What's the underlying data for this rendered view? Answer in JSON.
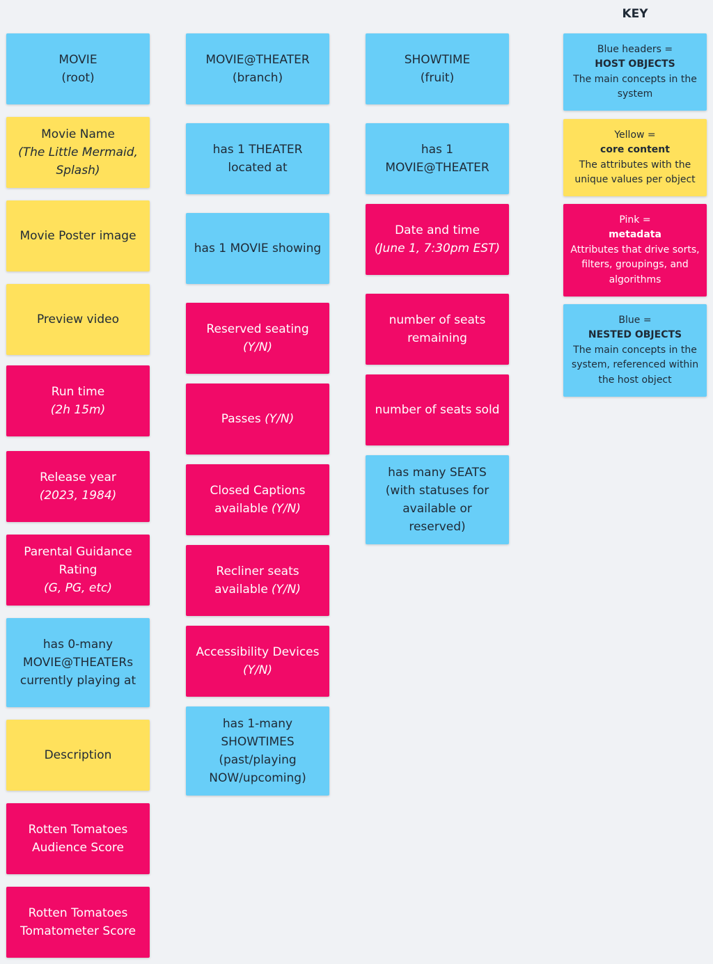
{
  "key": {
    "title": "KEY",
    "host": {
      "line1": "Blue headers =",
      "line2": "HOST OBJECTS",
      "line3": "The main concepts in the system"
    },
    "core": {
      "line1": "Yellow =",
      "line2": "core content",
      "line3": "The attributes with the unique values per object"
    },
    "meta": {
      "line1": "Pink =",
      "line2": "metadata",
      "line3": "Attributes that drive sorts, filters, groupings, and algorithms"
    },
    "nested": {
      "line1": "Blue =",
      "line2": "NESTED OBJECTS",
      "line3": "The main concepts in the system, referenced within the host object"
    }
  },
  "movie": {
    "header": {
      "name": "MOVIE",
      "sub": "(root)"
    },
    "name": {
      "label": "Movie Name",
      "example": "(The Little Mermaid, Splash)"
    },
    "poster": "Movie Poster image",
    "preview": "Preview video",
    "runtime": {
      "label": "Run time",
      "example": "(2h 15m)"
    },
    "release": {
      "label": "Release year",
      "example": "(2023, 1984)"
    },
    "rating": {
      "label": "Parental Guidance Rating",
      "example": "(G, PG, etc)"
    },
    "theaters": "has 0-many MOVIE@THEATERs currently playing at",
    "description": "Description",
    "rt_audience": "Rotten Tomatoes Audience Score",
    "rt_tomatometer": "Rotten Tomatoes Tomatometer Score"
  },
  "movie_theater": {
    "header": {
      "name": "MOVIE@THEATER",
      "sub": "(branch)"
    },
    "theater": "has 1 THEATER located at",
    "movie": "has 1 MOVIE showing",
    "reserved": {
      "label": "Reserved seating",
      "example": "(Y/N)"
    },
    "passes": {
      "label": "Passes",
      "example": "(Y/N)"
    },
    "captions": {
      "label": "Closed Captions available",
      "example": "(Y/N)"
    },
    "recliner": {
      "label": "Recliner seats available",
      "example": "(Y/N)"
    },
    "accessibility": {
      "label": "Accessibility Devices",
      "example": "(Y/N)"
    },
    "showtimes": "has 1-many SHOWTIMES (past/playing NOW/upcoming)"
  },
  "showtime": {
    "header": {
      "name": "SHOWTIME",
      "sub": "(fruit)"
    },
    "movie_theater": "has 1 MOVIE@THEATER",
    "datetime": {
      "label": "Date and time",
      "example": "(June 1, 7:30pm EST)"
    },
    "remaining": "number of seats remaining",
    "sold": "number of seats sold",
    "seats": "has many SEATS (with statuses for available or reserved)"
  },
  "colors": {
    "blue": "#68cef8",
    "yellow": "#ffe15c",
    "pink": "#f10a68",
    "background": "#f0f2f5"
  }
}
